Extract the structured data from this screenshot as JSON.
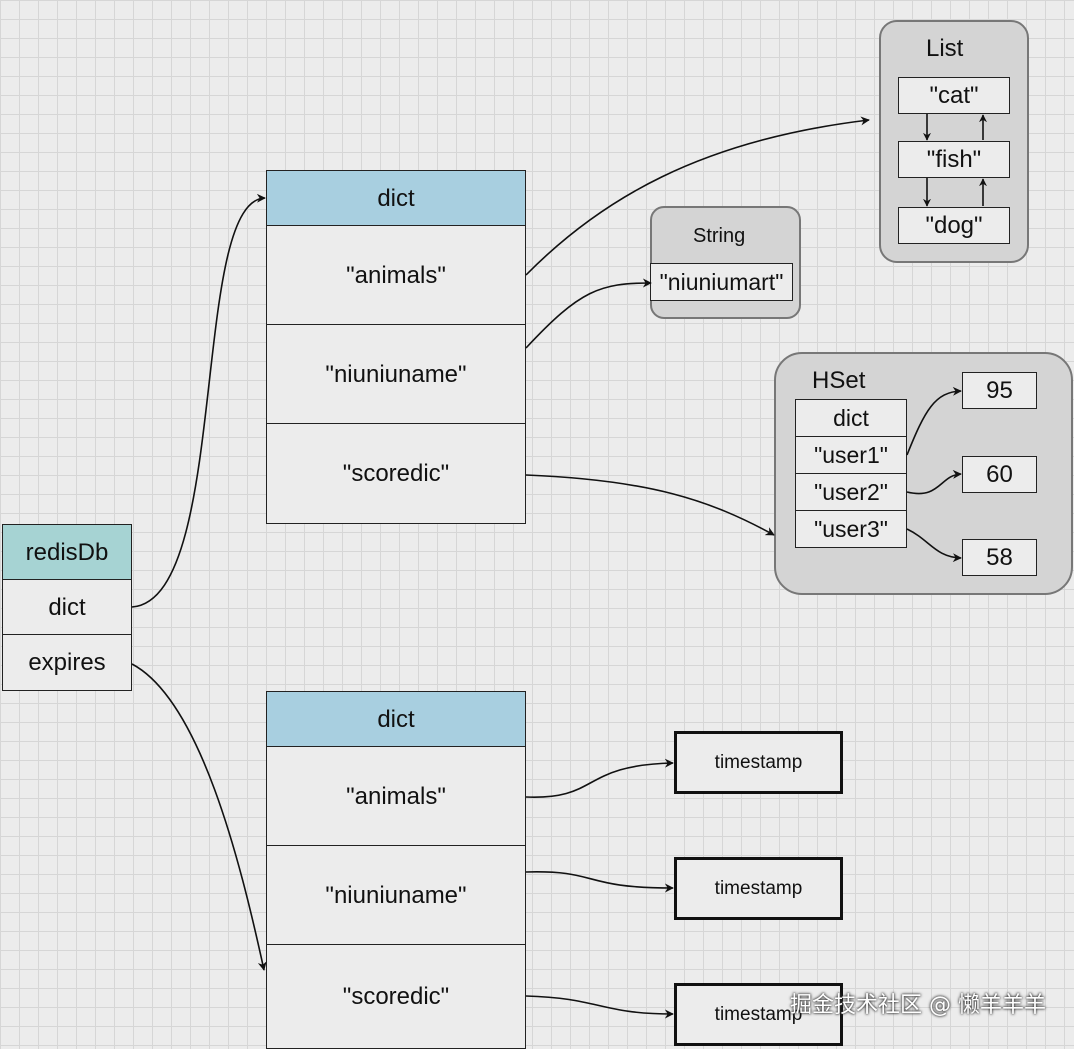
{
  "redisdb": {
    "title": "redisDb",
    "rows": [
      "dict",
      "expires"
    ]
  },
  "dict_main": {
    "title": "dict",
    "keys": [
      "\"animals\"",
      "\"niuniuname\"",
      "\"scoredic\""
    ]
  },
  "dict_expires": {
    "title": "dict",
    "keys": [
      "\"animals\"",
      "\"niuniuname\"",
      "\"scoredic\""
    ]
  },
  "list": {
    "title": "List",
    "items": [
      "\"cat\"",
      "\"fish\"",
      "\"dog\""
    ]
  },
  "string": {
    "title": "String",
    "value": "\"niuniumart\""
  },
  "hset": {
    "title": "HSet",
    "rows": [
      "dict",
      "\"user1\"",
      "\"user2\"",
      "\"user3\""
    ],
    "values": [
      "95",
      "60",
      "58"
    ]
  },
  "timestamps": [
    "timestamp",
    "timestamp",
    "timestamp"
  ],
  "watermark": "掘金技术社区 @ 懒羊羊羊"
}
